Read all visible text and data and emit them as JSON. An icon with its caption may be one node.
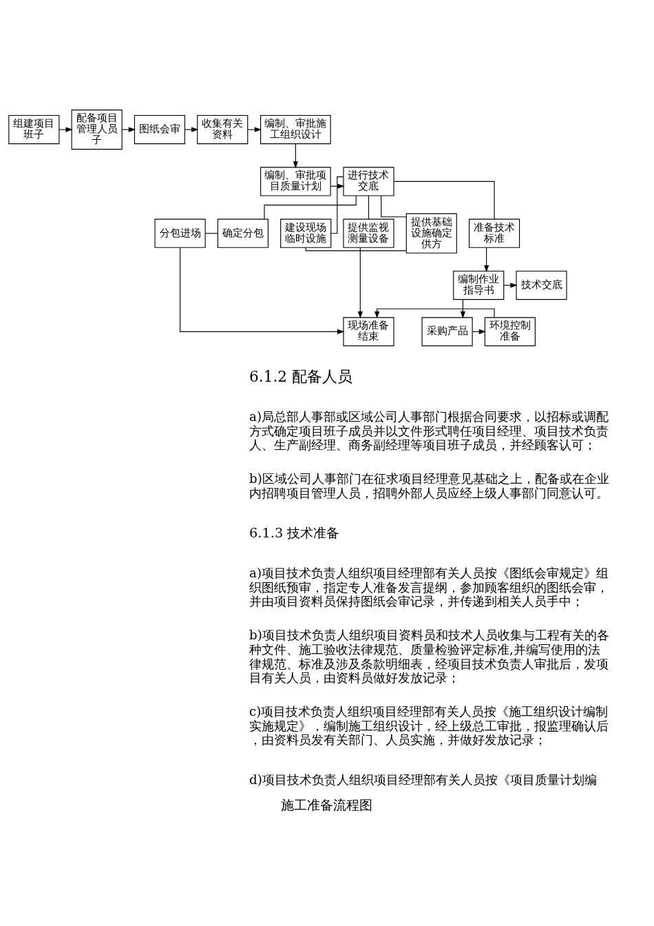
{
  "diagram": {
    "caption": "施工准备流程图",
    "nodes": [
      {
        "text": [
          "组建项目班子"
        ]
      },
      {
        "text": [
          "配备项目管理人员子"
        ]
      },
      {
        "text": [
          "图纸会审"
        ]
      },
      {
        "text": [
          "收集有关资料"
        ]
      },
      {
        "text": [
          "编制、审批施工组织设计"
        ]
      },
      {
        "text": [
          "进行技术交底"
        ]
      },
      {
        "text": [
          "编制、审批项目质量计划"
        ]
      },
      {
        "text": [
          "分包进场"
        ]
      },
      {
        "text": [
          "确定分包"
        ]
      },
      {
        "text": [
          "建设现场临时设施"
        ]
      },
      {
        "text": [
          "提供监视测量设备"
        ]
      },
      {
        "text": [
          "提供基础设施确定供方"
        ]
      },
      {
        "text": [
          "准备技术标准"
        ]
      },
      {
        "text": [
          "技术交底"
        ]
      },
      {
        "text": [
          "编制作业指导书"
        ]
      },
      {
        "text": [
          "现场准备结束"
        ]
      },
      {
        "text": [
          "环境控制准备"
        ]
      },
      {
        "text": [
          "采购产品"
        ]
      }
    ],
    "edges": [
      {
        "from": 0,
        "to": 1,
        "arrow": "to"
      },
      {
        "from": 1,
        "to": 2,
        "arrow": "to"
      },
      {
        "from": 2,
        "to": 3,
        "arrow": "to"
      },
      {
        "from": 3,
        "to": 4,
        "arrow": "to"
      },
      {
        "from": 4,
        "to": 6,
        "arrow": "to"
      },
      {
        "from": 6,
        "to": 5,
        "arrow": "to"
      },
      {
        "from": 5,
        "to": 8,
        "arrow": "none"
      },
      {
        "from": 5,
        "to": 9,
        "arrow": "none"
      },
      {
        "from": 5,
        "to": 10,
        "arrow": "none"
      },
      {
        "from": 5,
        "to": 11,
        "arrow": "none"
      },
      {
        "from": 5,
        "to": 12,
        "arrow": "none"
      },
      {
        "from": 7,
        "to": 8,
        "arrow": "none"
      },
      {
        "from": 9,
        "to": 11,
        "arrow": "none"
      },
      {
        "from": 7,
        "to": 15,
        "arrow": "to"
      },
      {
        "from": 10,
        "to": 15,
        "arrow": "to"
      },
      {
        "from": 12,
        "to": 14,
        "arrow": "to"
      },
      {
        "from": 14,
        "to": 13,
        "arrow": "to"
      },
      {
        "from": 14,
        "to": 17,
        "arrow": "to"
      },
      {
        "from": 17,
        "to": 16,
        "arrow": "to"
      },
      {
        "from": 16,
        "to": 15,
        "arrow": "to"
      }
    ],
    "labels": [
      "6.1.2 配备人员",
      "a)局总部人事部或区域公司人事部门根据合同要求，以招标或调配方式确定项目班子成员并以文件形式聘任项目经理、项目技术负责人、生产副经理、商务副经理等项目班子成员，并经顾客认可；",
      "b)区域公司人事部门在征求项目经理意见基础之上，配备或在企业内招聘项目管理人员，招聘外部人员应经上级人事部门同意认可。",
      "6.1.3 技术准备",
      "a)项目技术负责人组织项目经理部有关人员按《图纸会审规定》组织图纸预审，指定专人准备发言提纲，参加顾客组织的图纸会审，并由项目资料员保持图纸会审记录，并传递到相关人员手中；",
      "b)项目技术负责人组织项目资料员和技术人员收集与工程有关的各种文件、施工验收法律规范、质量检验评定标准,并编写使用的法律规范、标准及涉及条款明细表，经项目技术负责人审批后，发项目有关人员，由资料员做好发放记录；",
      "c)项目技术负责人组织项目经理部有关人员按《施工组织设计编制实施规定》，编制施工组织设计，经上级总工审批，报监理确认后，由资料员发有关部门、人员实施，并做好发放记录；",
      "d)项目技术负责人组织项目经理部有关人员按《项目质量计划编"
    ]
  }
}
